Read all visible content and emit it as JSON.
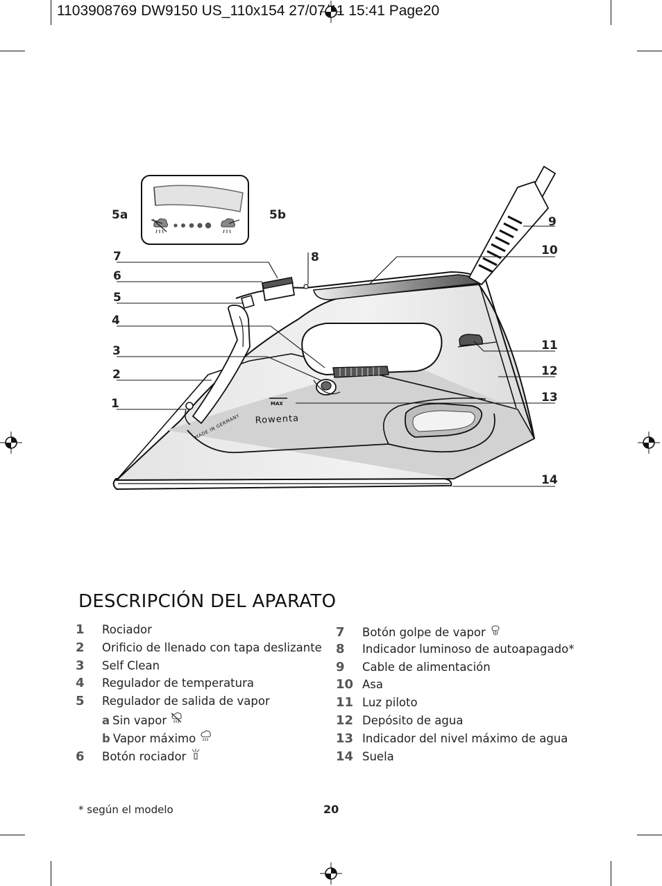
{
  "print_header": "1103908769 DW9150 US_110x154  27/07/11  15:41  Page20",
  "figure": {
    "callouts": [
      "5a",
      "5b",
      "7",
      "6",
      "5",
      "4",
      "3",
      "2",
      "1",
      "8",
      "9",
      "10",
      "11",
      "12",
      "13",
      "14"
    ],
    "marking_max": "MAX",
    "marking_made_in": "MADE IN GERMANY",
    "brand": "Rowenta"
  },
  "section_title": "DESCRIPCIÓN DEL APARATO",
  "parts_left": [
    {
      "num": "1",
      "label": "Rociador"
    },
    {
      "num": "2",
      "label": "Orificio de llenado con tapa deslizante"
    },
    {
      "num": "3",
      "label": "Self Clean"
    },
    {
      "num": "4",
      "label": "Regulador de temperatura"
    },
    {
      "num": "5",
      "label": "Regulador de salida de vapor"
    }
  ],
  "parts_left_sub": [
    {
      "letter": "a",
      "label": "Sin vapor",
      "icon": "no-steam-icon"
    },
    {
      "letter": "b",
      "label": "Vapor máximo",
      "icon": "max-steam-icon"
    }
  ],
  "parts_left_last": {
    "num": "6",
    "label": "Botón rociador",
    "icon": "spray-icon"
  },
  "parts_right": [
    {
      "num": "7",
      "label": "Botón golpe de vapor",
      "icon": "steam-burst-icon"
    },
    {
      "num": "8",
      "label": "Indicador luminoso de autoapagado*"
    },
    {
      "num": "9",
      "label": "Cable de alimentación"
    },
    {
      "num": "10",
      "label": "Asa"
    },
    {
      "num": "11",
      "label": "Luz piloto"
    },
    {
      "num": "12",
      "label": "Depósito de agua"
    },
    {
      "num": "13",
      "label": "Indicador del nivel máximo de agua"
    },
    {
      "num": "14",
      "label": "Suela"
    }
  ],
  "footnote": "* según el modelo",
  "page_number": "20"
}
